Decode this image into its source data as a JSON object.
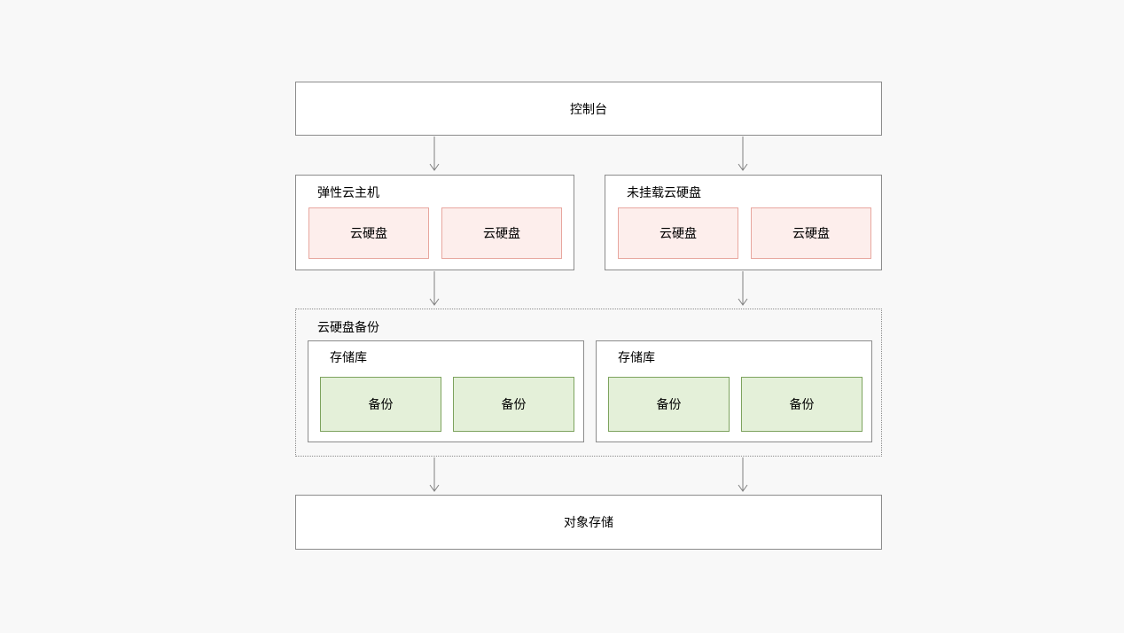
{
  "diagram": {
    "console": {
      "label": "控制台"
    },
    "ecs": {
      "label": "弹性云主机",
      "disks": [
        {
          "label": "云硬盘"
        },
        {
          "label": "云硬盘"
        }
      ]
    },
    "unattached": {
      "label": "未挂载云硬盘",
      "disks": [
        {
          "label": "云硬盘"
        },
        {
          "label": "云硬盘"
        }
      ]
    },
    "backup_region": {
      "label": "云硬盘备份",
      "vaults": [
        {
          "label": "存储库",
          "backups": [
            {
              "label": "备份"
            },
            {
              "label": "备份"
            }
          ]
        },
        {
          "label": "存储库",
          "backups": [
            {
              "label": "备份"
            },
            {
              "label": "备份"
            }
          ]
        }
      ]
    },
    "obs": {
      "label": "对象存储"
    }
  },
  "colors": {
    "page_bg": "#f8f8f8",
    "box_border": "#8c8c8c",
    "arrow": "#808080",
    "disk_fill": "#fdeeec",
    "disk_border": "#e8a79f",
    "backup_fill": "#e4f0d9",
    "backup_border": "#7da35e",
    "text": "#000000"
  }
}
